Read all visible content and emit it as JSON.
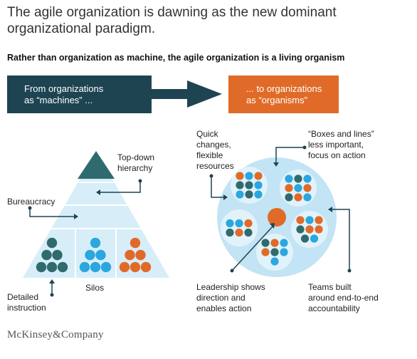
{
  "title": "The agile organization is dawning as the new dominant organizational paradigm.",
  "subtitle": "Rather than organization as machine, the agile organization is a living organism",
  "from_box": {
    "line1": "From organizations",
    "line2": "as “machines” ..."
  },
  "to_box": {
    "line1": "... to organizations",
    "line2": "as “organisms”"
  },
  "pyramid_labels": {
    "top_down": {
      "line1": "Top-down",
      "line2": "hierarchy"
    },
    "bureaucracy": "Bureaucracy",
    "silos": "Silos",
    "detailed": {
      "line1": "Detailed",
      "line2": "instruction"
    }
  },
  "organism_labels": {
    "quick": {
      "line1": "Quick",
      "line2": "changes,",
      "line3": "flexible",
      "line4": "resources"
    },
    "boxes": {
      "line1": "“Boxes and lines”",
      "line2": "less important,",
      "line3": "focus on action"
    },
    "leadership": {
      "line1": "Leadership shows",
      "line2": "direction and",
      "line3": "enables action"
    },
    "teams": {
      "line1": "Teams built",
      "line2": "around end-to-end",
      "line3": "accountability"
    }
  },
  "logo": "McKinsey&Company",
  "colors": {
    "dark_teal": "#1e4452",
    "teal": "#2f6b6e",
    "blue": "#2aa7de",
    "orange": "#e06b28",
    "light_blue": "#d7eef9",
    "organism_bg": "#c2e4f5"
  }
}
